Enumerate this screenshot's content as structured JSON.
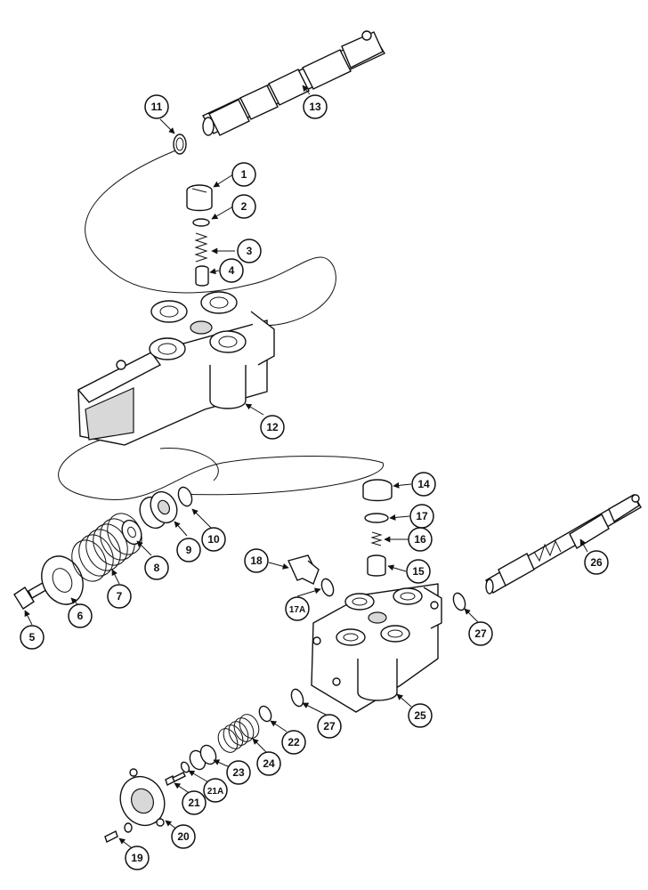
{
  "diagram": {
    "callouts": [
      {
        "id": "c1",
        "label": "1"
      },
      {
        "id": "c2",
        "label": "2"
      },
      {
        "id": "c3",
        "label": "3"
      },
      {
        "id": "c4",
        "label": "4"
      },
      {
        "id": "c5",
        "label": "5"
      },
      {
        "id": "c6",
        "label": "6"
      },
      {
        "id": "c7",
        "label": "7"
      },
      {
        "id": "c8",
        "label": "8"
      },
      {
        "id": "c9",
        "label": "9"
      },
      {
        "id": "c10",
        "label": "10"
      },
      {
        "id": "c11",
        "label": "11"
      },
      {
        "id": "c12",
        "label": "12"
      },
      {
        "id": "c13",
        "label": "13"
      },
      {
        "id": "c14",
        "label": "14"
      },
      {
        "id": "c15",
        "label": "15"
      },
      {
        "id": "c16",
        "label": "16"
      },
      {
        "id": "c17",
        "label": "17"
      },
      {
        "id": "c17a",
        "label": "17A"
      },
      {
        "id": "c18",
        "label": "18"
      },
      {
        "id": "c19",
        "label": "19"
      },
      {
        "id": "c20",
        "label": "20"
      },
      {
        "id": "c21",
        "label": "21"
      },
      {
        "id": "c21a",
        "label": "21A"
      },
      {
        "id": "c22",
        "label": "22"
      },
      {
        "id": "c23",
        "label": "23"
      },
      {
        "id": "c24",
        "label": "24"
      },
      {
        "id": "c25",
        "label": "25"
      },
      {
        "id": "c26",
        "label": "26"
      },
      {
        "id": "c27a",
        "label": "27"
      },
      {
        "id": "c27b",
        "label": "27"
      }
    ]
  }
}
